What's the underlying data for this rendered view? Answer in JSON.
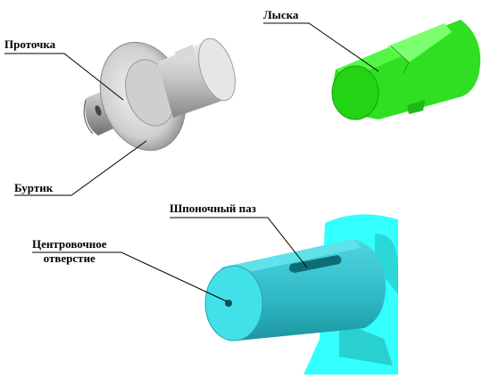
{
  "labels": {
    "protochka": "Проточка",
    "burtik": "Буртик",
    "lyska": "Лыска",
    "shponochny_paz": "Шпоночный паз",
    "centrovochnoe_line1": "Центровочное",
    "centrovochnoe_line2": "отверстие"
  },
  "colors": {
    "gray_part": "#b9b9b9",
    "green_part": "#33ee22",
    "cyan_part": "#33ccdd",
    "flange_cyan": "#33ffff"
  },
  "icons": {
    "shaft_with_groove_and_collar": "gray-shaft-icon",
    "shaft_with_flat": "green-shaft-icon",
    "shaft_with_keyway_and_center_hole": "cyan-shaft-icon"
  }
}
